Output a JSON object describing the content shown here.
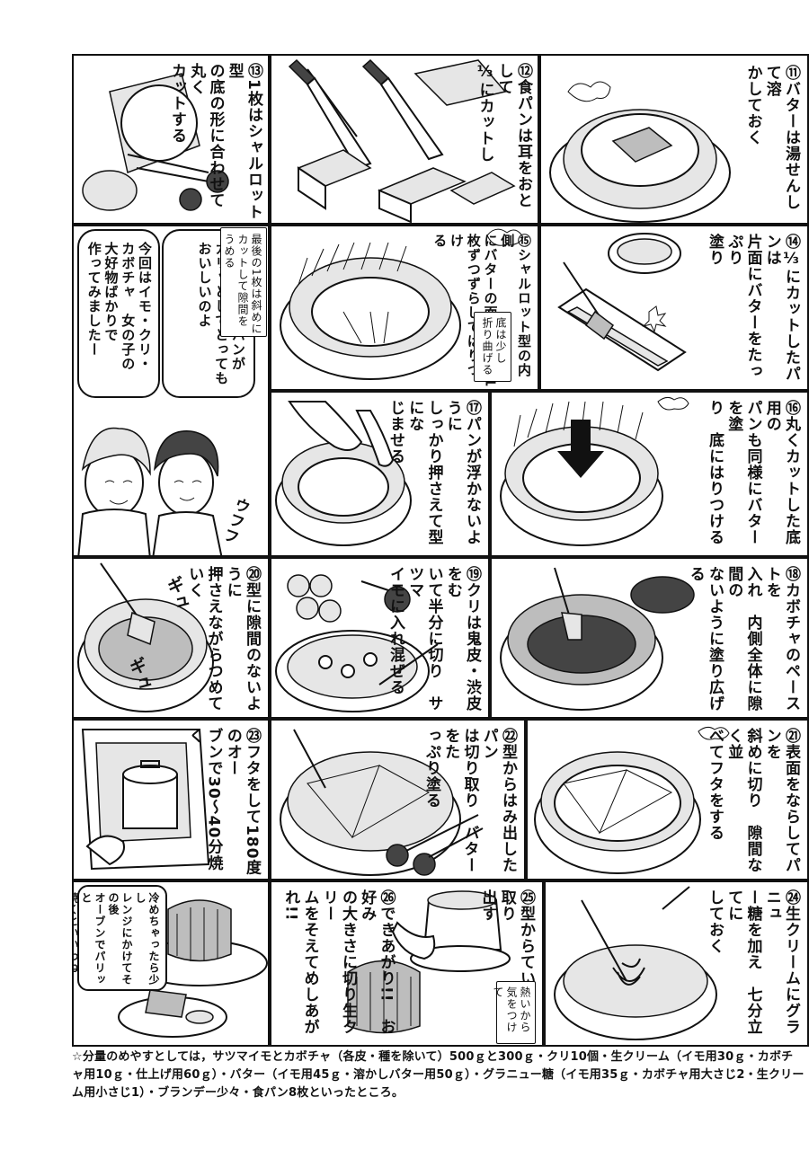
{
  "steps": {
    "s11": "⑪バターは湯せんして溶\nかしておく",
    "s12": "⑫食パンは耳をおとして\n⅓にカットし",
    "s13": "⑬1枚はシャルロット型\nの底の形に合わせて丸く\nカットする",
    "s14": "⑭⅓にカットしたパンは\n片面にバターをたっぷり\n塗り",
    "s15": "⑮シャルロット型の内側\nにバターの面を向けて1\n枚ずつずらしてはりつけ\nる",
    "s16": "⑯丸くカットした底用の\nパンも同様にバターを塗\nり　底にはりつける",
    "s17": "⑰パンが浮かないように\nしっかり押さえて型にな\nじませる",
    "s18": "⑱カボチャのペーストを\n入れ　内側全体に隙間の\nないように塗り広げる",
    "s19": "⑲クリは鬼皮・渋皮をむ\nいて半分に切り　サツマ\nイモに入れ混ぜる",
    "s20": "⑳型に隙間のないように\n押さえながらつめていく",
    "s21": "㉑表面をならしてパンを\n斜めに切り　隙間なく並\nべてフタをする",
    "s22": "㉒型からはみ出したパン\nは切り取り　バターをた\nっぷり塗る",
    "s23": "㉓フタをして180度のオー\nブンで30〜40分焼く",
    "s24": "㉔生クリームにグラニュ\nー糖を加え　七分立てに\nしておく",
    "s25": "㉕型からていねいに取り\n出す",
    "s26": "㉖できあがり!!　お好み\nの大きさに切り生クリー\nムをそえてめしあがれ!!"
  },
  "notes": {
    "bend": "底は少し\n折り曲げる",
    "last_slice": "最後の1枚は斜めに\nカットして隙間を\nうめる",
    "hot": "熱いから\n気をつけて"
  },
  "speech": {
    "crispy": "このまわりのパンが\nカリッとしてとっても\nおいしいのよ",
    "intro": "今回はイモ・クリ・\nカボチャ　女の子の\n大好物ばかりで\n作ってみましたー",
    "reheat": "冷めちゃったら少し\nレンジにかけてその後\nオーブンでパリッと\n焼くといいわね"
  },
  "sfx": {
    "gyu1": "ギュ",
    "gyu2": "ギュ",
    "ufufu": "ウフフ"
  },
  "footer": {
    "text": "☆分量のめやすとしては，サツマイモとカボチャ（各皮・種を除いて）500ｇと300ｇ・クリ10個・生クリーム（イモ用30ｇ・カボチャ用10ｇ・仕上げ用60ｇ）・バター（イモ用45ｇ・溶かしバター用50ｇ）・グラニュー糖（イモ用35ｇ・カボチャ用大さじ2・生クリーム用小さじ1）・ブランデー少々・食パン8枚といったところ。"
  }
}
